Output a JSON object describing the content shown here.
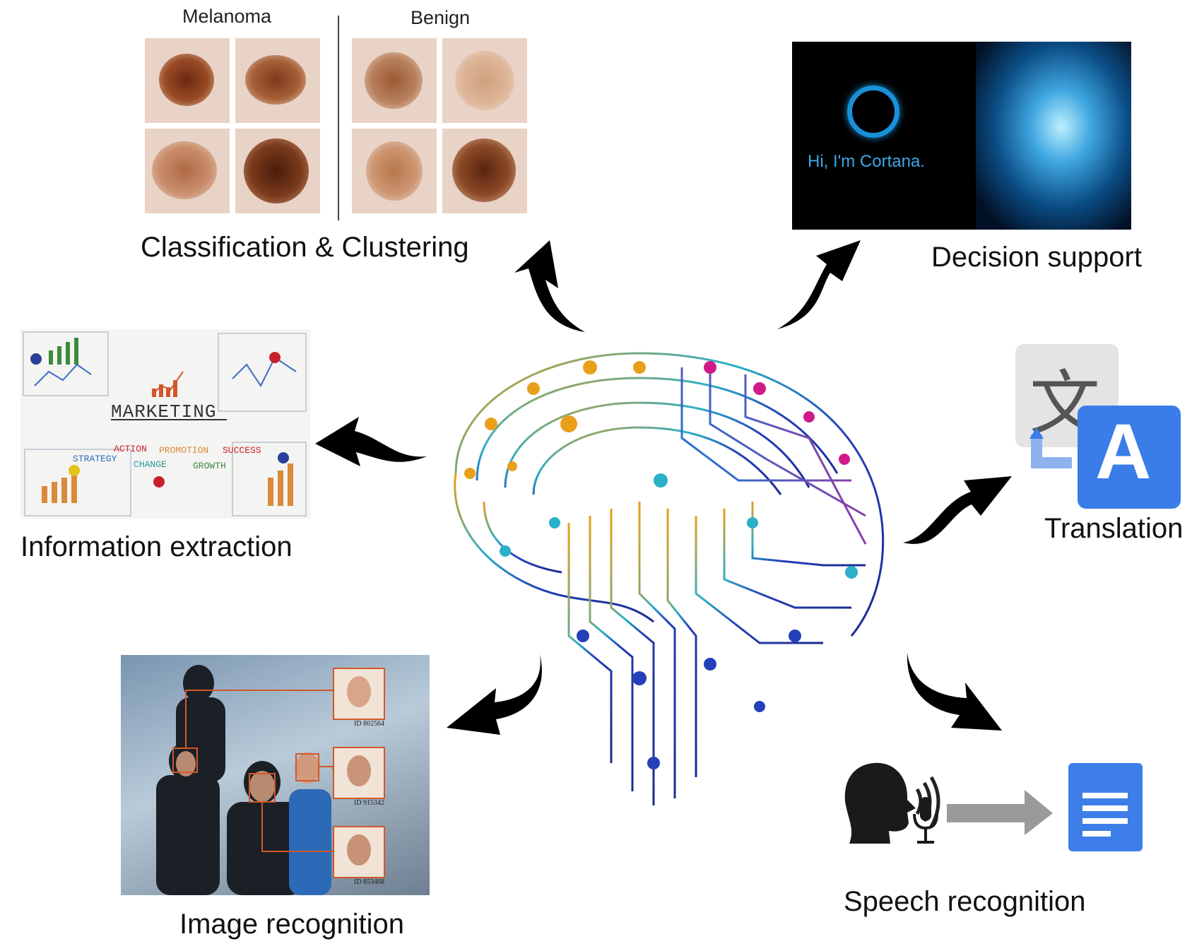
{
  "colors": {
    "arrow": "#000000",
    "cortana_blue": "#1a8fd8",
    "translate_blue": "#3a7ce8",
    "doc_blue": "#3d7ee8",
    "mk_line": "#d2582a"
  },
  "center": {
    "icon": "circuit-brain"
  },
  "apps": {
    "classification": {
      "caption": "Classification & Clustering",
      "left_heading": "Melanoma",
      "right_heading": "Benign"
    },
    "decision": {
      "caption": "Decision support",
      "cortana_text": "Hi, I'm Cortana."
    },
    "information": {
      "caption": "Information extraction",
      "board_title": "MARKETING",
      "words": [
        "STRATEGY",
        "ACTION",
        "CHANGE",
        "PROMOTION",
        "GROWTH",
        "SUCCESS"
      ]
    },
    "translation": {
      "caption": "Translation",
      "glyph_left": "文",
      "glyph_right": "A"
    },
    "image": {
      "caption": "Image recognition",
      "ids": [
        "ID 802564",
        "ID 915342",
        "ID 853468"
      ]
    },
    "speech": {
      "caption": "Speech recognition"
    }
  }
}
